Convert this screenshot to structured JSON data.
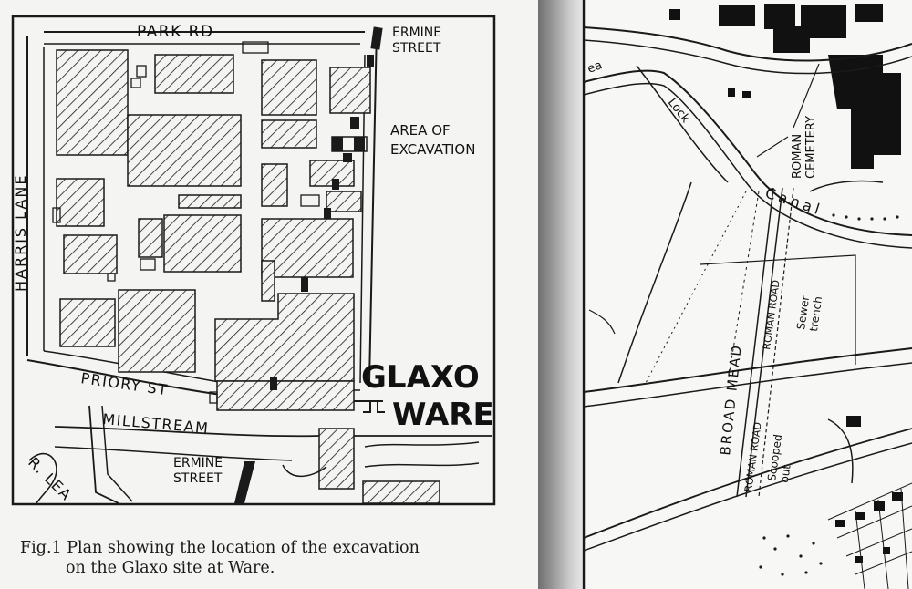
{
  "left_map": {
    "labels": {
      "park_rd": "PARK RD",
      "ermine_street_top": "ERMINE\nSTREET",
      "area_of_excavation": "AREA OF\nEXCAVATION",
      "harris_lane": "HARRIS LANE",
      "priory_st": "PRIORY ST",
      "millstream": "MILLSTREAM",
      "r_lea": "R. LEA",
      "ermine_street_bottom": "ERMINE\nSTREET",
      "glaxo": "GLAXO",
      "ware": "WARE"
    },
    "caption": {
      "line1": "Fig.1 Plan showing the location of the excavation",
      "line2": "on the Glaxo site at Ware."
    }
  },
  "right_map": {
    "labels": {
      "lock": "Lock",
      "canal": "Canal",
      "roman_cemetery": "ROMAN\nCEMETERY",
      "roman_road_upper": "ROMAN ROAD",
      "sewer_trench": "Sewer\ntrench",
      "broad_mead": "BROAD MEAD",
      "roman_road_lower": "ROMAN ROAD",
      "scooped_out": "Scooped\nout",
      "lea_fragment": "ea"
    }
  },
  "colors": {
    "ink": "#1a1a1a",
    "paper_left": "#f4f4f2",
    "paper_right": "#f7f7f5",
    "gutter_dark": "#6f6f6f"
  }
}
